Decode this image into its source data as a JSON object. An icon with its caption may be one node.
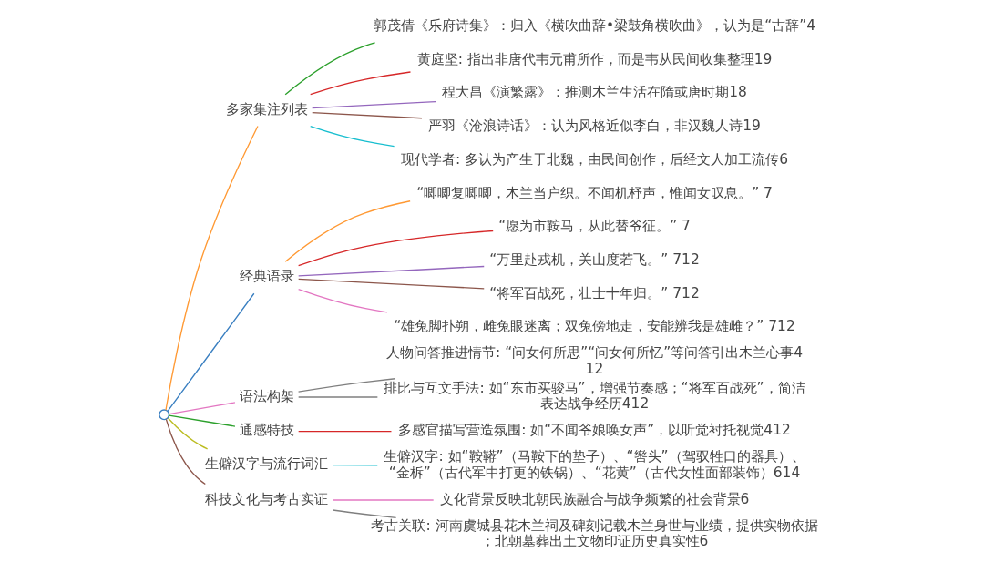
{
  "diagram": {
    "nodes": [
      {
        "text": [],
        "shape": "circle"
      },
      {
        "text": [
          "多家集注列表"
        ]
      },
      {
        "text": [
          "郭茂倩《乐府诗集》：归入《横吹曲辞•梁鼓角横吹曲》，认为是“古辞”4"
        ]
      },
      {
        "text": [
          "黄庭坚: 指出非唐代韦元甫所作，而是韦从民间收集整理19"
        ]
      },
      {
        "text": [
          "程大昌《演繁露》：推测木兰生活在隋或唐时期18"
        ]
      },
      {
        "text": [
          "严羽《沧浪诗话》：认为风格近似李白，非汉魏人诗19"
        ]
      },
      {
        "text": [
          "现代学者: 多认为产生于北魏，由民间创作，后经文人加工流传6"
        ]
      },
      {
        "text": [
          "经典语录"
        ]
      },
      {
        "text": [
          "“唧唧复唧唧，木兰当户织。不闻机杼声，惟闻女叹息。” 7"
        ]
      },
      {
        "text": [
          "“愿为市鞍马，从此替爷征。” 7"
        ]
      },
      {
        "text": [
          "“万里赴戎机，关山度若飞。” 712"
        ]
      },
      {
        "text": [
          "“将军百战死，壮士十年归。” 712"
        ]
      },
      {
        "text": [
          "“雄兔脚扑朔，雌兔眼迷离；双兔傍地走，安能辨我是雄雌？” 712"
        ]
      },
      {
        "text": [
          "语法构架"
        ]
      },
      {
        "text": [
          "人物问答推进情节: “问女何所思”“问女何所忆”等问答引出木兰心事412"
        ]
      },
      {
        "text": [
          "排比与互文手法: 如“东市买骏马”，增强节奏感；“将军百战死”，简洁表达战争经历412"
        ]
      },
      {
        "text": [
          "通感特技"
        ]
      },
      {
        "text": [
          "多感官描写营造氛围: 如“不闻爷娘唤女声”，以听觉衬托视觉412"
        ]
      },
      {
        "text": [
          "生僻汉字与流行词汇"
        ]
      },
      {
        "text": [
          "生僻汉字: 如“鞍鞯”（马鞍下的垫子）、“辔头”（驾驭牲口的器具）、“金柝”（古代军中打更的铁锅）、“花黄”（古代女性面部装饰）614"
        ]
      },
      {
        "text": [
          "科技文化与考古实证"
        ]
      },
      {
        "text": [
          "文化背景反映北朝民族融合与战争频繁的社会背景6"
        ]
      },
      {
        "text": [
          "考古关联: 河南虞城县花木兰祠及碑刻记载木兰身世与业绩，提供实物依据；北朝墓葬出土文物印证历史真实性6"
        ]
      }
    ],
    "edges": [
      {
        "from": 0,
        "to": 1,
        "arrow": "none",
        "color": "#ff9933"
      },
      {
        "from": 1,
        "to": 2,
        "arrow": "none",
        "color": "#2ca02c"
      },
      {
        "from": 1,
        "to": 3,
        "arrow": "none",
        "color": "#d62728"
      },
      {
        "from": 1,
        "to": 4,
        "arrow": "none",
        "color": "#9467bd"
      },
      {
        "from": 1,
        "to": 5,
        "arrow": "none",
        "color": "#8c564b"
      },
      {
        "from": 1,
        "to": 6,
        "arrow": "none",
        "color": "#17becf"
      },
      {
        "from": 0,
        "to": 7,
        "arrow": "none",
        "color": "#3a7fc1"
      },
      {
        "from": 7,
        "to": 8,
        "arrow": "none",
        "color": "#ff9933"
      },
      {
        "from": 7,
        "to": 9,
        "arrow": "none",
        "color": "#d62728"
      },
      {
        "from": 7,
        "to": 10,
        "arrow": "none",
        "color": "#9467bd"
      },
      {
        "from": 7,
        "to": 11,
        "arrow": "none",
        "color": "#8c564b"
      },
      {
        "from": 7,
        "to": 12,
        "arrow": "none",
        "color": "#e377c2"
      },
      {
        "from": 0,
        "to": 13,
        "arrow": "none",
        "color": "#e377c2"
      },
      {
        "from": 13,
        "to": 14,
        "arrow": "none",
        "color": "#7f7f7f"
      },
      {
        "from": 13,
        "to": 15,
        "arrow": "none",
        "color": "#7f7f7f"
      },
      {
        "from": 0,
        "to": 16,
        "arrow": "none",
        "color": "#2ca02c"
      },
      {
        "from": 16,
        "to": 17,
        "arrow": "none",
        "color": "#d62728"
      },
      {
        "from": 0,
        "to": 18,
        "arrow": "none",
        "color": "#bcbd22"
      },
      {
        "from": 18,
        "to": 19,
        "arrow": "none",
        "color": "#17becf"
      },
      {
        "from": 0,
        "to": 20,
        "arrow": "none",
        "color": "#8c564b"
      },
      {
        "from": 20,
        "to": 21,
        "arrow": "none",
        "color": "#e377c2"
      },
      {
        "from": 20,
        "to": 22,
        "arrow": "none",
        "color": "#7f7f7f"
      }
    ]
  }
}
